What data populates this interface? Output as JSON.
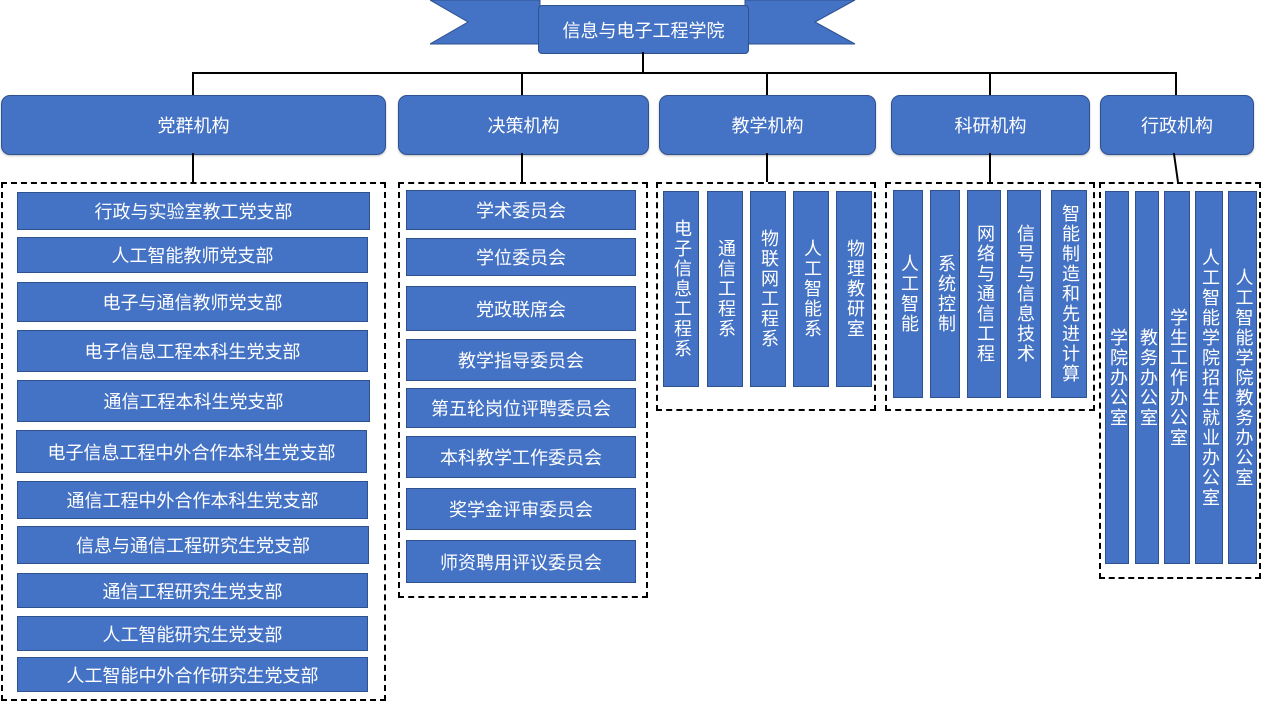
{
  "title": "信息与电子工程学院",
  "colors": {
    "box_fill": "#4472c4",
    "box_border": "#2f528f",
    "text": "#ffffff",
    "line": "#000000"
  },
  "categories": [
    {
      "label": "党群机构",
      "items": [
        "行政与实验室教工党支部",
        "人工智能教师党支部",
        "电子与通信教师党支部",
        "电子信息工程本科生党支部",
        "通信工程本科生党支部",
        "电子信息工程中外合作本科生党支部",
        "通信工程中外合作本科生党支部",
        "信息与通信工程研究生党支部",
        "通信工程研究生党支部",
        "人工智能研究生党支部",
        "人工智能中外合作研究生党支部"
      ]
    },
    {
      "label": "决策机构",
      "items": [
        "学术委员会",
        "学位委员会",
        "党政联席会",
        "教学指导委员会",
        "第五轮岗位评聘委员会",
        "本科教学工作委员会",
        "奖学金评审委员会",
        "师资聘用评议委员会"
      ]
    },
    {
      "label": "教学机构",
      "items": [
        "电子信息工程系",
        "通信工程系",
        "物联网工程系",
        "人工智能系",
        "物理教研室"
      ]
    },
    {
      "label": "科研机构",
      "items": [
        "人工智能",
        "系统控制",
        "网络与通信工程",
        "信号与信息技术",
        "智能制造和先进计算"
      ]
    },
    {
      "label": "行政机构",
      "items": [
        "学院办公室",
        "教务办公室",
        "学生工作办公室",
        "人工智能学院招生就业办公室",
        "人工智能学院教务办公室"
      ]
    }
  ]
}
